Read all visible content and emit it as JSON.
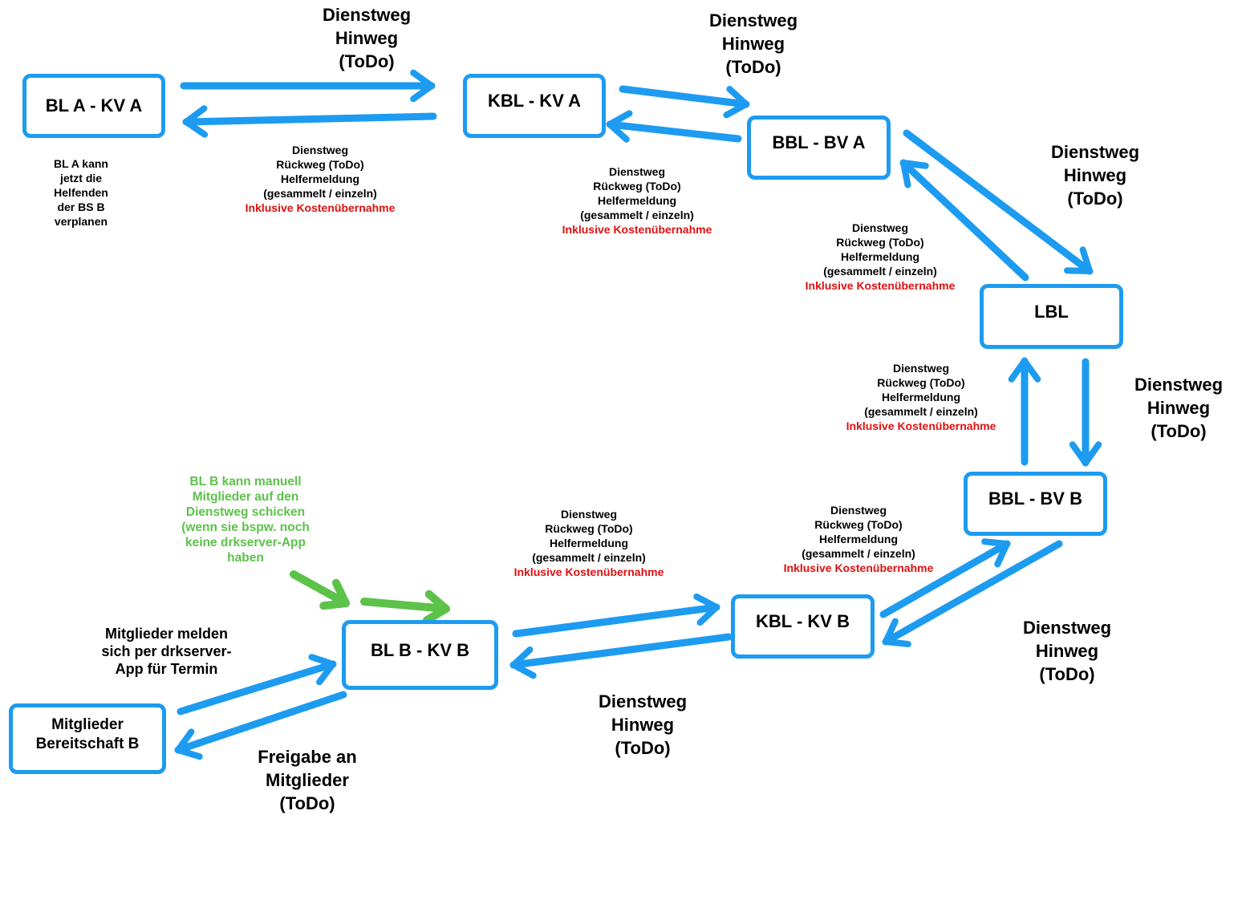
{
  "colors": {
    "arrow_blue": "#1d9bf0",
    "arrow_green": "#5cc24a",
    "highlight_red": "#e01010",
    "text": "#000000"
  },
  "nodes": {
    "bl_a_kv_a": "BL A - KV A",
    "kbl_kv_a": "KBL - KV A",
    "bbl_bv_a": "BBL - BV A",
    "lbl": "LBL",
    "bbl_bv_b": "BBL - BV B",
    "kbl_kv_b": "KBL - KV B",
    "bl_b_kv_b": "BL B - KV B",
    "mitglieder": "Mitglieder\nBereitschaft B"
  },
  "labels": {
    "hinweg": "Dienstweg\nHinweg\n(ToDo)",
    "rueckweg": {
      "lines": [
        "Dienstweg",
        "Rückweg (ToDo)",
        "Helfermeldung",
        "(gesammelt / einzeln)"
      ],
      "highlight": "Inklusive Kostenübernahme"
    },
    "bl_a_note": "BL A kann\njetzt die\nHelfenden\nder BS B\nverplanen",
    "bl_b_note": "BL B kann manuell\nMitglieder auf den\nDienstweg schicken\n(wenn sie bspw. noch\nkeine drkserver-App\nhaben",
    "mitglieder_melden": "Mitglieder melden\nsich per drkserver-\nApp für Termin",
    "freigabe": "Freigabe an\nMitglieder\n(ToDo)"
  },
  "edges": [
    {
      "from": "BL A - KV A",
      "to": "KBL - KV A",
      "type": "hinweg"
    },
    {
      "from": "KBL - KV A",
      "to": "BL A - KV A",
      "type": "rueckweg"
    },
    {
      "from": "KBL - KV A",
      "to": "BBL - BV A",
      "type": "hinweg"
    },
    {
      "from": "BBL - BV A",
      "to": "KBL - KV A",
      "type": "rueckweg"
    },
    {
      "from": "BBL - BV A",
      "to": "LBL",
      "type": "hinweg"
    },
    {
      "from": "LBL",
      "to": "BBL - BV A",
      "type": "rueckweg"
    },
    {
      "from": "LBL",
      "to": "BBL - BV B",
      "type": "hinweg"
    },
    {
      "from": "BBL - BV B",
      "to": "LBL",
      "type": "rueckweg"
    },
    {
      "from": "BBL - BV B",
      "to": "KBL - KV B",
      "type": "hinweg"
    },
    {
      "from": "KBL - KV B",
      "to": "BBL - BV B",
      "type": "rueckweg"
    },
    {
      "from": "KBL - KV B",
      "to": "BL B - KV B",
      "type": "hinweg"
    },
    {
      "from": "BL B - KV B",
      "to": "KBL - KV B",
      "type": "rueckweg"
    },
    {
      "from": "Mitglieder Bereitschaft B",
      "to": "BL B - KV B",
      "type": "anmeldung"
    },
    {
      "from": "BL B - KV B",
      "to": "Mitglieder Bereitschaft B",
      "type": "freigabe"
    },
    {
      "from": "BL B note",
      "to": "BL B - KV B",
      "type": "manuell"
    }
  ]
}
